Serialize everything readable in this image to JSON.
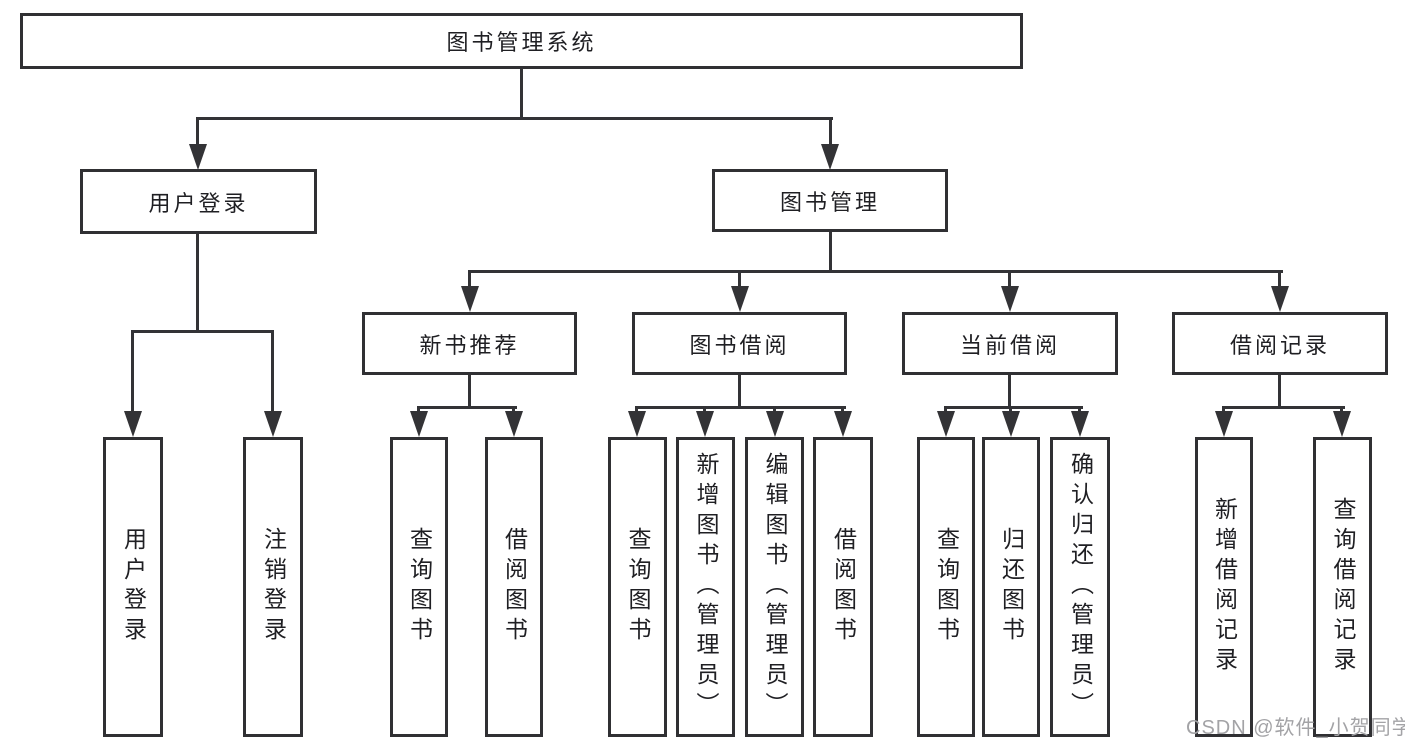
{
  "watermark": "CSDN @软件_小贺同学",
  "colors": {
    "line": "#333336",
    "box_border": "#303033",
    "text": "#1f1f23",
    "watermark": "#a3a3a6",
    "background": "#ffffff"
  },
  "nodes": {
    "root": {
      "label": "图书管理系统"
    },
    "user_login": {
      "label": "用户登录",
      "children": [
        "用户登录",
        "注销登录"
      ]
    },
    "book_mgmt": {
      "label": "图书管理"
    },
    "new_books": {
      "label": "新书推荐",
      "children": [
        "查询图书",
        "借阅图书"
      ]
    },
    "book_borrow": {
      "label": "图书借阅",
      "children": [
        "查询图书",
        "新增图书（管理员）",
        "编辑图书（管理员）",
        "借阅图书"
      ]
    },
    "current_borrow": {
      "label": "当前借阅",
      "children": [
        "查询图书",
        "归还图书",
        "确认归还（管理员）"
      ]
    },
    "borrow_records": {
      "label": "借阅记录",
      "children": [
        "新增借阅记录",
        "查询借阅记录"
      ]
    }
  }
}
